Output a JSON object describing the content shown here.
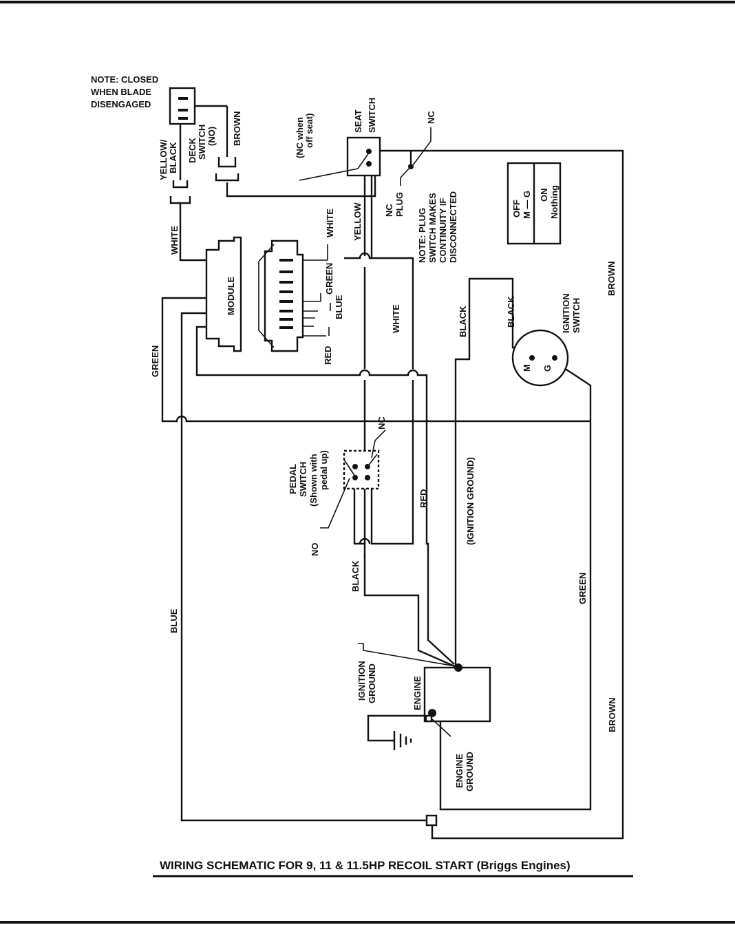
{
  "title": "WIRING SCHEMATIC FOR 9, 11 & 11.5HP RECOIL START (Briggs Engines)",
  "notes": {
    "deck_switch_note": [
      "NOTE: CLOSED",
      "WHEN BLADE",
      "DISENGAGED"
    ],
    "seat_nc_note": [
      "(NC when",
      "off seat)"
    ],
    "plug_note": [
      "NOTE: PLUG",
      "SWITCH MAKES",
      "CONTINUITY IF",
      "DISCONNECTED"
    ]
  },
  "components": {
    "deck_switch": [
      "DECK",
      "SWITCH",
      "(NO)"
    ],
    "seat_switch": [
      "SEAT",
      "SWITCH"
    ],
    "module": "MODULE",
    "pedal_switch": [
      "PEDAL",
      "SWITCH",
      "(Shown with",
      "pedal up)"
    ],
    "ignition_switch": [
      "IGNITION",
      "SWITCH"
    ],
    "engine": "ENGINE",
    "nc_plug": [
      "NC",
      "PLUG"
    ]
  },
  "ignition_table": {
    "row1": [
      "OFF",
      "M — G"
    ],
    "row2": [
      "ON",
      "Nothing"
    ]
  },
  "terminals": {
    "m": "M",
    "g": "G"
  },
  "callouts": {
    "nc": "NC",
    "no": "NO",
    "ignition_ground": [
      "IGNITION",
      "GROUND"
    ],
    "engine_ground": [
      "ENGINE",
      "GROUND"
    ],
    "ignition_ground_wire": "(IGNITION GROUND)"
  },
  "wires": {
    "yellow_black": [
      "YELLOW/",
      "BLACK"
    ],
    "brown": "BROWN",
    "white": "WHITE",
    "yellow": "YELLOW",
    "green": "GREEN",
    "blue": "BLUE",
    "red": "RED",
    "black": "BLACK"
  }
}
